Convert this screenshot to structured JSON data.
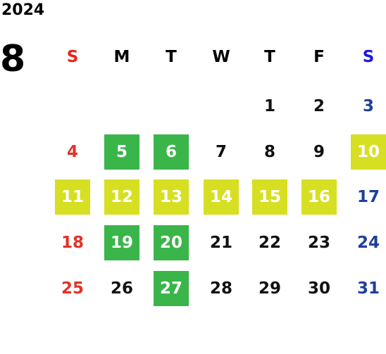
{
  "calendar": {
    "year": "2024",
    "month": "8",
    "weekdays": [
      {
        "label": "S",
        "color": "#e8251e"
      },
      {
        "label": "M",
        "color": "#000000"
      },
      {
        "label": "T",
        "color": "#000000"
      },
      {
        "label": "W",
        "color": "#000000"
      },
      {
        "label": "T",
        "color": "#000000"
      },
      {
        "label": "F",
        "color": "#000000"
      },
      {
        "label": "S",
        "color": "#1a1adf"
      }
    ],
    "colors": {
      "green_highlight": "#3ab54a",
      "yellow_highlight": "#d7df23",
      "sunday": "#e23228",
      "saturday": "#1f3f9a"
    },
    "weeks": [
      [
        null,
        null,
        null,
        null,
        {
          "d": "1"
        },
        {
          "d": "2"
        },
        {
          "d": "3"
        }
      ],
      [
        {
          "d": "4"
        },
        {
          "d": "5",
          "h": "green"
        },
        {
          "d": "6",
          "h": "green"
        },
        {
          "d": "7"
        },
        {
          "d": "8"
        },
        {
          "d": "9"
        },
        {
          "d": "10",
          "h": "yellow"
        }
      ],
      [
        {
          "d": "11",
          "h": "yellow"
        },
        {
          "d": "12",
          "h": "yellow"
        },
        {
          "d": "13",
          "h": "yellow"
        },
        {
          "d": "14",
          "h": "yellow"
        },
        {
          "d": "15",
          "h": "yellow"
        },
        {
          "d": "16",
          "h": "yellow"
        },
        {
          "d": "17"
        }
      ],
      [
        {
          "d": "18"
        },
        {
          "d": "19",
          "h": "green"
        },
        {
          "d": "20",
          "h": "green"
        },
        {
          "d": "21"
        },
        {
          "d": "22"
        },
        {
          "d": "23"
        },
        {
          "d": "24"
        }
      ],
      [
        {
          "d": "25"
        },
        {
          "d": "26"
        },
        {
          "d": "27",
          "h": "green"
        },
        {
          "d": "28"
        },
        {
          "d": "29"
        },
        {
          "d": "30"
        },
        {
          "d": "31"
        }
      ]
    ]
  }
}
